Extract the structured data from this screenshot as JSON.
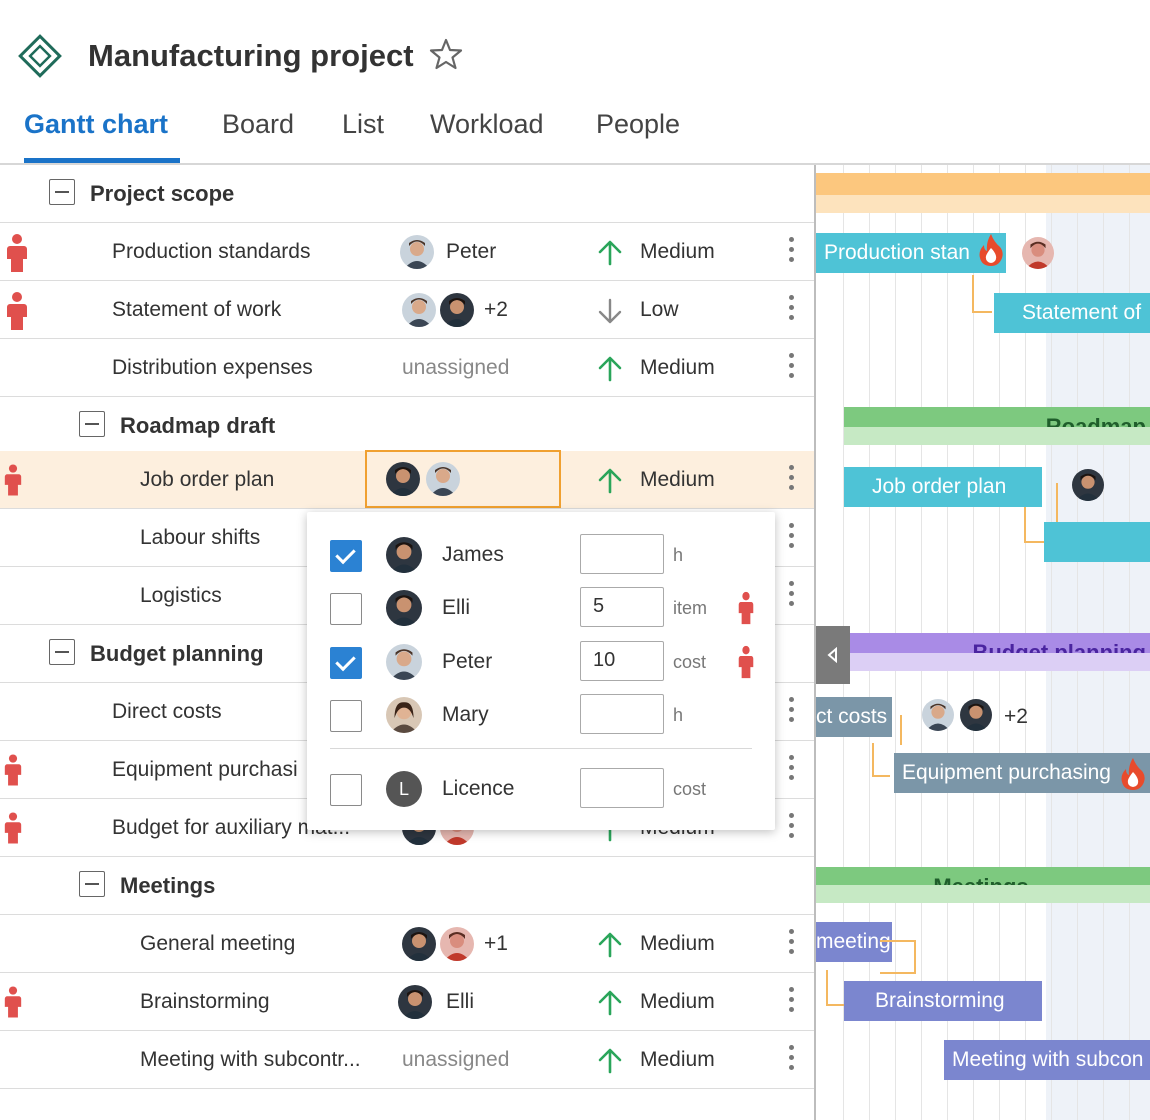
{
  "project": {
    "title": "Manufacturing project"
  },
  "tabs": [
    {
      "label": "Gantt chart",
      "active": true
    },
    {
      "label": "Board"
    },
    {
      "label": "List"
    },
    {
      "label": "Workload"
    },
    {
      "label": "People"
    }
  ],
  "rows": [
    {
      "name": "Project scope",
      "group": true
    },
    {
      "name": "Production standards",
      "assignee": "Peter",
      "priority": "Medium"
    },
    {
      "name": "Statement of work",
      "assignee_extra": "+2",
      "priority": "Low"
    },
    {
      "name": "Distribution expenses",
      "assignee": "unassigned",
      "priority": "Medium"
    },
    {
      "name": "Roadmap draft",
      "group": true
    },
    {
      "name": "Job order plan",
      "priority": "Medium"
    },
    {
      "name": "Labour shifts"
    },
    {
      "name": "Logistics"
    },
    {
      "name": "Budget planning",
      "group": true
    },
    {
      "name": "Direct costs"
    },
    {
      "name": "Equipment purchasi"
    },
    {
      "name": "Budget for auxiliary mat...",
      "priority": "Medium"
    },
    {
      "name": "Meetings",
      "group": true
    },
    {
      "name": "General meeting",
      "assignee_extra": "+1",
      "priority": "Medium"
    },
    {
      "name": "Brainstorming",
      "assignee": "Elli",
      "priority": "Medium"
    },
    {
      "name": "Meeting with subcontr...",
      "assignee": "unassigned",
      "priority": "Medium"
    }
  ],
  "dropdown": {
    "items": [
      {
        "name": "James",
        "checked": true,
        "value": "",
        "unit": "h"
      },
      {
        "name": "Elli",
        "checked": false,
        "value": "5",
        "unit": "item"
      },
      {
        "name": "Peter",
        "checked": true,
        "value": "10",
        "unit": "cost"
      },
      {
        "name": "Mary",
        "checked": false,
        "value": "",
        "unit": "h"
      }
    ],
    "resource": {
      "name": "Licence",
      "initial": "L",
      "checked": false,
      "value": "",
      "unit": "cost"
    }
  },
  "gantt": {
    "bars": {
      "production": "Production stan",
      "statement": "Statement of",
      "roadmap": "Roadmap",
      "job_order": "Job order plan",
      "budget": "Budget planning",
      "direct": "ct costs",
      "direct_extra": "+2",
      "equipment": "Equipment purchasing",
      "meetings": "Meetings",
      "general": "meeting",
      "brainstorming": "Brainstorming",
      "subcon": "Meeting with subcon"
    }
  },
  "colors": {
    "accent": "#1a73c8",
    "up": "#2aa55a",
    "person": "#e0504d",
    "teal": "#4ec3d6",
    "green": "#7dc97f",
    "purple": "#a98be6",
    "slate": "#7b96a8",
    "indigo": "#7b86cf",
    "orange": "#fcc77e"
  }
}
